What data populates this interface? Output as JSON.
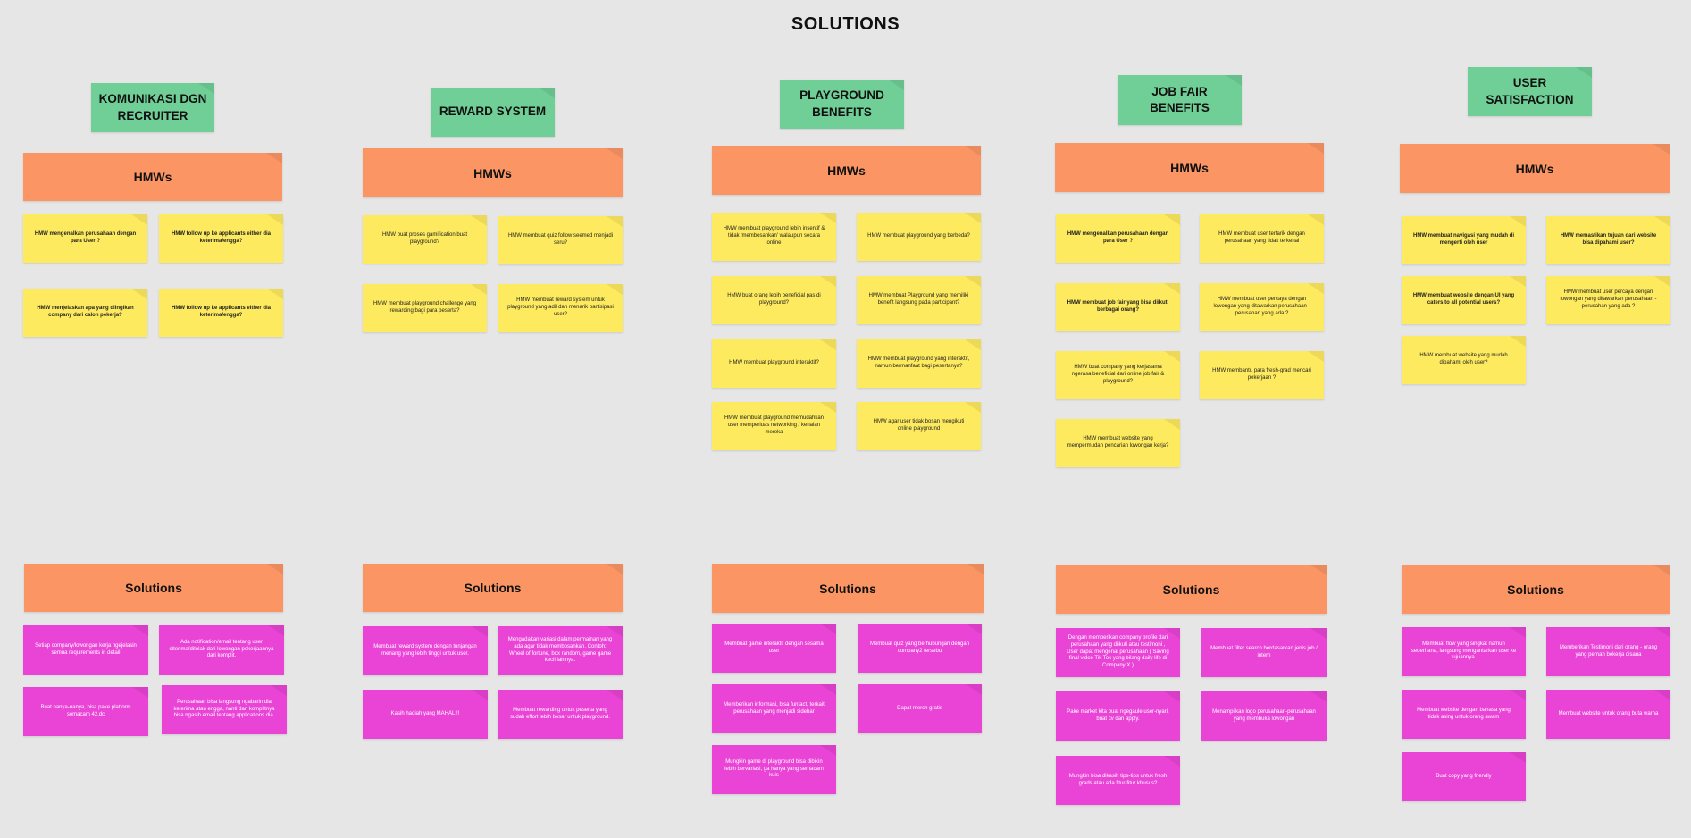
{
  "title": "SOLUTIONS",
  "colors": {
    "background": "#e6e6e6",
    "topic": "#6fcf97",
    "header": "#fb9664",
    "hmw_note": "#fdea5e",
    "solution_note": "#ea44d6"
  },
  "columns": [
    {
      "topic": "KOMUNIKASI DGN RECRUITER",
      "hmw_header": "HMWs",
      "hmws": [
        "HMW mengenalkan perusahaan dengan para User ?",
        "HMW follow up ke applicants either dia keterima/engga?",
        "HMW menjelaskan apa yang diingikan company dari calon pekerja?",
        "HMW follow up ke applicants either dia keterima/engga?"
      ],
      "solutions_header": "Solutions",
      "solutions": [
        "Setiap company/lowongan kerja ngejelasin semua requirements in detail",
        "Ada notification/email tentang user diterima/ditolak dari lowongan pekerjaannya dari komplit.",
        "Buat nanya-nanya, bisa pake platform semacam 42.dc",
        "Perusahaan bisa langsung ngabarin dia keterima atau engga, nanti dari komplitnya bisa ngasih email tentang applications dia."
      ]
    },
    {
      "topic": "REWARD SYSTEM",
      "hmw_header": "HMWs",
      "hmws": [
        "HMW buat proses gamification buat playground?",
        "HMW membuat quiz follow seemed menjadi seru?",
        "HMW membuat playground challenge yang rewarding bagi para peserta?",
        "HMW membuat reward system untuk playground yang adil dan menarik partisipasi user?"
      ],
      "solutions_header": "Solutions",
      "solutions": [
        "Membuat reward system dengan tunjangan menang yang lebih tinggi untuk user.",
        "Mengadakan variasi dalam permainan yang ada agar tidak membosankan. Contoh: Wheel of fortune, box random, game game kecil lainnya.",
        "Kasih hadiah yang MAHAL!!!",
        "Membuat rewarding untuk peserta yang sudah effort lebih besar untuk playground."
      ]
    },
    {
      "topic": "PLAYGROUND BENEFITS",
      "hmw_header": "HMWs",
      "hmws": [
        "HMW membuat playground lebih insentif & tidak 'membosankan' walaupun secara online",
        "HMW membuat playground yang berbeda?",
        "HMW buat orang lebih beneficial pas di playground?",
        "HMW membuat Playground yang memiliki benefit langsung pada participant?",
        "HMW membuat playground interaktif?",
        "HMW membuat playground yang interaktif, namun bermanfaat bagi pesertanya?",
        "HMW membuat playground memudahkan user memperluas networking / kenalan mereka",
        "HMW agar user tidak bosan mengikuti online playground"
      ],
      "solutions_header": "Solutions",
      "solutions": [
        "Membuat game interaktif dengan sesama user",
        "Membuat quiz yang berhubungan dengan company2 tersebu",
        "Memberikan informasi, bisa funfact, terkait perusahaan yang menjadi sidebar",
        "Dapat merch gratis",
        "Mungkin game di playground bisa dibikin lebih bervariasi, ga hanya yang semacam kuis"
      ]
    },
    {
      "topic": "JOB FAIR BENEFITS",
      "hmw_header": "HMWs",
      "hmws": [
        "HMW mengenalkan perusahaan dengan para User ?",
        "HMW membuat user tertarik dengan perusahaan yang tidak terkenal",
        "HMW membuat job fair yang bisa diikuti berbagai orang?",
        "HMW membuat user percaya dengan lowongan yang ditawarkan perusahaan - perusahan yang ada ?",
        "HMW buat company yang kerjasama ngerasa beneficial dari online job fair & playground?",
        "HMW membantu para fresh-grad mencari pekerjaan ?",
        "HMW membuat website yang mempermudah pencarian lowongan kerja?"
      ],
      "solutions_header": "Solutions",
      "solutions": [
        "Dengan memberikan company profile dari perusahaan yang diikuti atau testimoni , User dapat mengenal perusahaan ( Saving final video Tik Tok yang bilang daily life di Company X )",
        "Membuat filter search berdasarkan jenis job / intern",
        "Pake market kita buat ngegaule user-nyari, buat cv dan apply.",
        "Menampilkan logo perusahaan-perusahaan yang membuka lowongan",
        "Mungkin bisa dikasih tips-tips untuk fresh grads atau ada fitur-fitur khusus?"
      ]
    },
    {
      "topic": "USER SATISFACTION",
      "hmw_header": "HMWs",
      "hmws": [
        "HMW membuat navigasi yang mudah di mengerti oleh user",
        "HMW memastikan tujuan dari website bisa dipahami user?",
        "HMW membuat website dengan UI yang caters to all potential users?",
        "HMW membuat user percaya dengan lowongan yang ditawarkan perusahaan - perusahan yang ada ?",
        "HMW membuat website yang mudah dipahami oleh user?"
      ],
      "solutions_header": "Solutions",
      "solutions": [
        "Membuat flow yang singkat namun sederhana, langsung mengantarkan user ke tujuannya.",
        "Memberikan Testimoni dari orang - orang yang pernah bekerja disana",
        "Membuat website dengan bahasa yang tidak asing untuk orang awam",
        "Membuat website untuk orang buta warna",
        "Buat copy yang friendly"
      ]
    }
  ]
}
